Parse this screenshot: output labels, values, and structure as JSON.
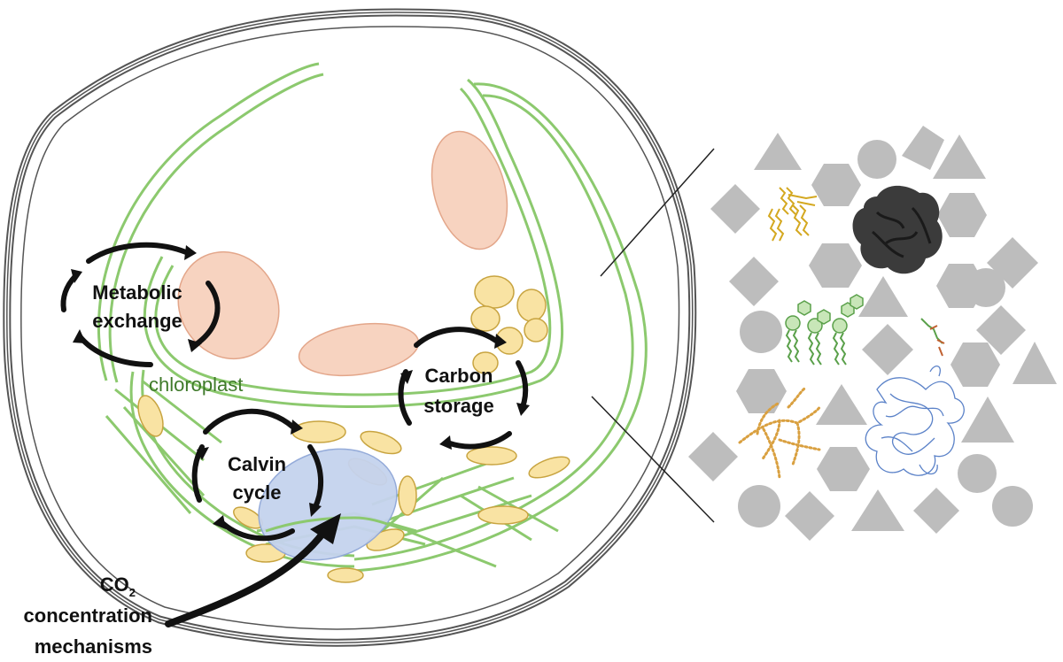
{
  "labels": {
    "metabolic_line1": "Metabolic",
    "metabolic_line2": "exchange",
    "chloroplast": "chloroplast",
    "calvin_line1": "Calvin",
    "calvin_line2": "cycle",
    "carbon_line1": "Carbon",
    "carbon_line2": "storage",
    "co2_main": "CO",
    "co2_sub": "2",
    "co2_line2": "concentration",
    "co2_line3": "mechanisms"
  },
  "colors": {
    "cell_wall": "#555555",
    "chloroplast_membrane": "#8cc96e",
    "chloroplast_label": "#3f7a2a",
    "starch_fill": "#f9e3a3",
    "starch_stroke": "#c8a440",
    "vacuole_fill": "#f7d3c0",
    "vacuole_stroke": "#e3a68a",
    "pyrenoid_fill": "#c5d3ee",
    "pyrenoid_stroke": "#8fa7d8",
    "cycle_arrow": "#111111",
    "molecule_shape": "#bdbdbd",
    "protein_dark": "#3b3b3b",
    "lipid_yellow": "#d4a820",
    "lipid_green": "#5aa04a",
    "polymer_orange": "#d9a040",
    "chain_blue": "#5b82c8"
  },
  "icons": {
    "cycle": "circular-cycle-arrow-icon",
    "co2_arrow": "curved-arrow-icon",
    "protein": "protein-structure-icon",
    "lipid": "lipid-molecule-icon",
    "phospholipid": "phospholipid-molecule-icon",
    "polymer": "branched-polymer-icon",
    "unfolded_chain": "unfolded-protein-chain-icon",
    "small_molecule": "small-molecule-icon"
  }
}
